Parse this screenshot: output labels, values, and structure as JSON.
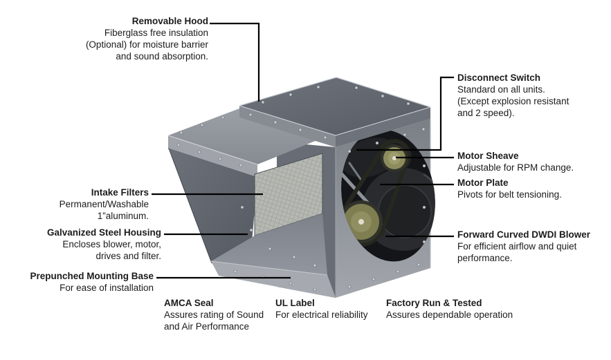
{
  "illustration": {
    "name": "blower-unit-3d-rendering",
    "parts": [
      "removable-hood-panel",
      "intake-shelf",
      "intake-filter-media",
      "hood-side-panel",
      "mounting-base-skirt",
      "cabinet-front-panel",
      "blower-opening",
      "blower-scroll",
      "motor-sheave-pulley",
      "blower-sheave-pulley",
      "drive-belt",
      "motor-plate-struts"
    ]
  },
  "callouts": [
    {
      "id": "removable-hood",
      "title": "Removable Hood",
      "lines": [
        "Fiberglass free insulation",
        "(Optional) for moisture barrier",
        "and sound absorption."
      ]
    },
    {
      "id": "disconnect-switch",
      "title": "Disconnect Switch",
      "lines": [
        "Standard on all units.",
        "(Except explosion resistant",
        "and 2 speed)."
      ]
    },
    {
      "id": "motor-sheave",
      "title": "Motor Sheave",
      "lines": [
        "Adjustable for RPM change."
      ]
    },
    {
      "id": "motor-plate",
      "title": "Motor Plate",
      "lines": [
        "Pivots for belt tensioning."
      ]
    },
    {
      "id": "dwdi-blower",
      "title": "Forward Curved DWDI Blower",
      "lines": [
        "For efficient airflow and quiet",
        "performance."
      ]
    },
    {
      "id": "intake-filters",
      "title": "Intake Filters",
      "lines": [
        "Permanent/Washable",
        "1”aluminum."
      ]
    },
    {
      "id": "galvanized-steel-housing",
      "title": "Galvanized Steel Housing",
      "lines": [
        "Encloses blower, motor,",
        "drives and filter."
      ]
    },
    {
      "id": "prepunched-mounting-base",
      "title": "Prepunched Mounting Base",
      "lines": [
        "For ease of installation"
      ]
    },
    {
      "id": "amca-seal",
      "title": "AMCA Seal",
      "lines": [
        "Assures rating of Sound",
        "and Air Performance"
      ]
    },
    {
      "id": "ul-label",
      "title": "UL Label",
      "lines": [
        "For electrical reliability"
      ]
    },
    {
      "id": "factory-run-tested",
      "title": "Factory Run & Tested",
      "lines": [
        "Assures dependable operation"
      ]
    }
  ],
  "colors": {
    "background": "#ffffff",
    "text": "#1b1b1b",
    "callout_line": "#000000",
    "metal_light": "#a2a6ac",
    "metal_mid": "#7d828a",
    "metal_dark": "#5b6068",
    "filter_media": "#b6b9b3",
    "opening_dark": "#141518",
    "sheave_olive": "#8c8c5d",
    "belt_dark": "#26271f"
  }
}
